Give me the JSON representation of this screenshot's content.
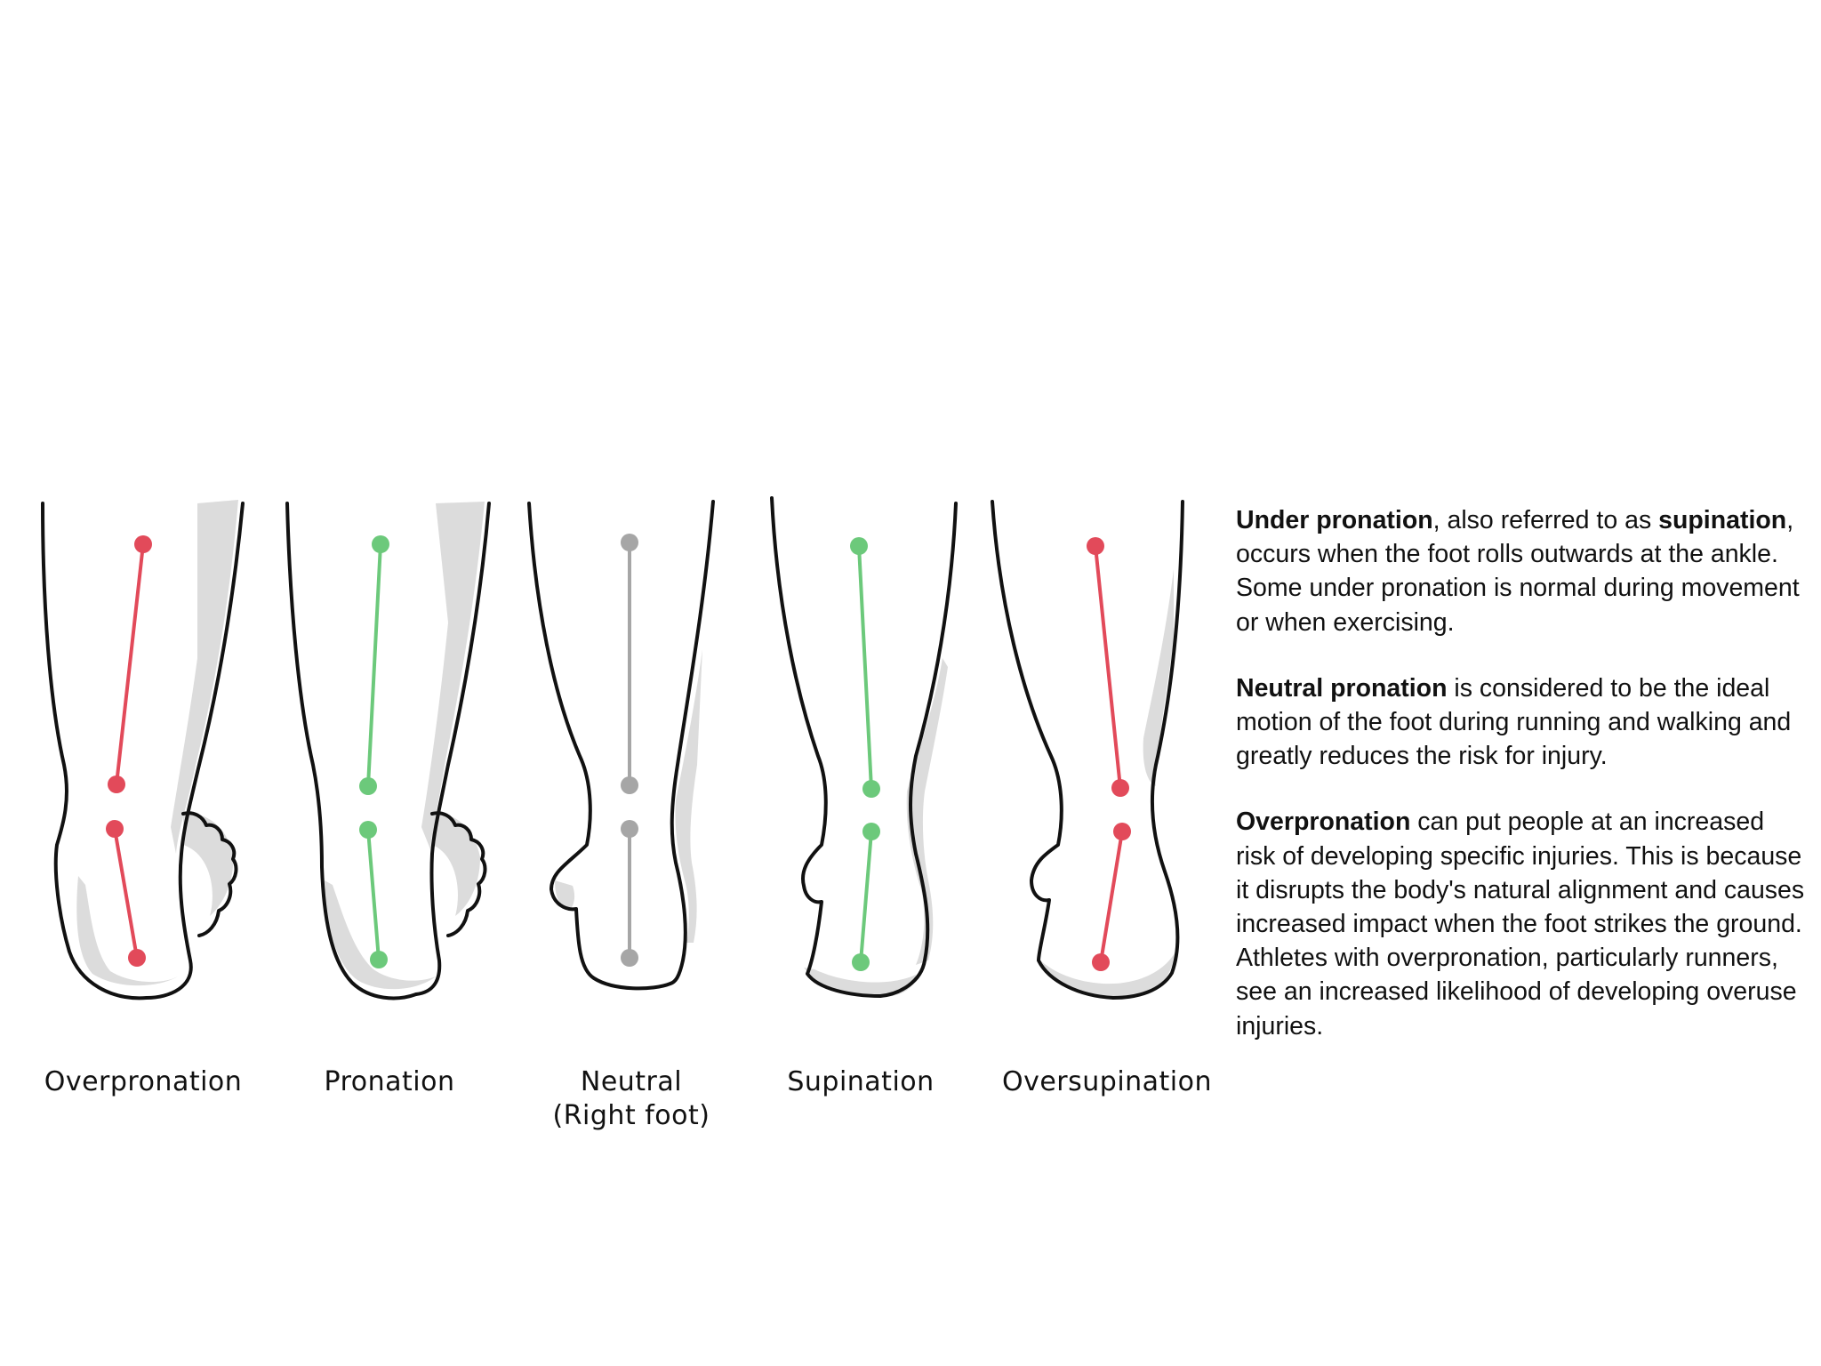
{
  "feet": [
    {
      "label": "Overpronation",
      "label_line2": "",
      "dot_color": "#e24a5a"
    },
    {
      "label": "Pronation",
      "label_line2": "",
      "dot_color": "#6cc97b"
    },
    {
      "label": "Neutral",
      "label_line2": "(Right foot)",
      "dot_color": "#a6a6a6"
    },
    {
      "label": "Supination",
      "label_line2": "",
      "dot_color": "#6cc97b"
    },
    {
      "label": "Oversupination",
      "label_line2": "",
      "dot_color": "#e24a5a"
    }
  ],
  "paragraphs": [
    {
      "bold1": "Under pronation",
      "text1": ", also referred to as ",
      "bold2": "supination",
      "text2": ", occurs when the foot rolls outwards at the ankle. Some under pronation is normal during movement or when exercising."
    },
    {
      "bold1": "Neutral pronation",
      "text1": " is considered to be the ideal motion of the foot during running and walking and greatly reduces the risk for injury.",
      "bold2": "",
      "text2": ""
    },
    {
      "bold1": "Overpronation",
      "text1": " can put people at an increased risk of developing specific injuries. This is because it disrupts the body's natural alignment and causes increased impact when the foot strikes the ground. Athletes with overpronation, particularly runners, see an increased likelihood of developing overuse injuries.",
      "bold2": "",
      "text2": ""
    }
  ]
}
